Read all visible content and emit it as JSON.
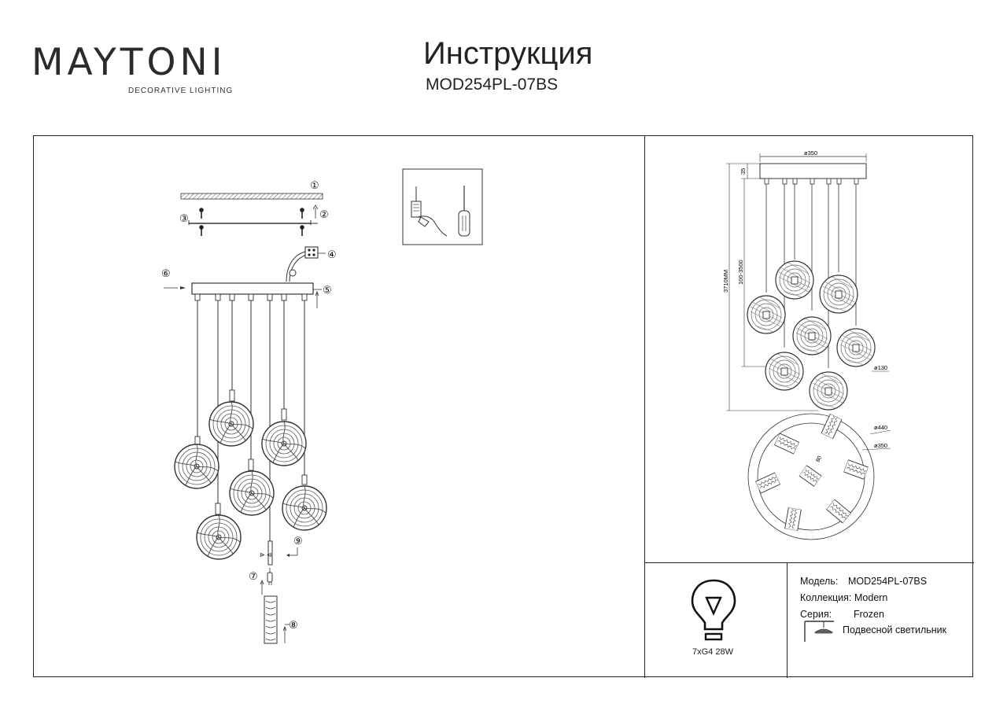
{
  "header": {
    "brand": "MAYTONI",
    "brand_sub": "DECORATIVE LIGHTING",
    "title": "Инструкция",
    "model": "MOD254PL-07BS"
  },
  "assembly": {
    "callouts": [
      "①",
      "②",
      "③",
      "④",
      "⑤",
      "⑥",
      "⑦",
      "⑧",
      "⑨"
    ]
  },
  "dimensions": {
    "canopy_diameter": "ø350",
    "canopy_height": "35",
    "total_height": "3710MM",
    "cable_range": "100-3500",
    "shade_diameter": "ø130",
    "spread_outer": "ø440",
    "spread_inner": "ø350",
    "shade_depth": "80"
  },
  "bulb": {
    "spec": "7xG4 28W"
  },
  "info": {
    "model_label": "Модель:",
    "model_value": "MOD254PL-07BS",
    "collection_label": "Коллекция:",
    "collection_value": "Modern",
    "series_label": "Серия:",
    "series_value": "Frozen",
    "type_value": "Подвесной светильник"
  },
  "colors": {
    "line": "#222222",
    "accent": "#8a1538"
  }
}
